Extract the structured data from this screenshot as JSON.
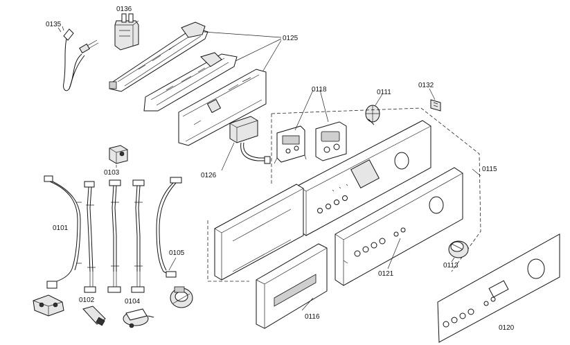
{
  "labels": {
    "p0135": "0135",
    "p0136": "0136",
    "p0125": "0125",
    "p0118": "0118",
    "p0111": "0111",
    "p0132": "0132",
    "p0115": "0115",
    "p0126": "0126",
    "p0103": "0103",
    "p0101": "0101",
    "p0102": "0102",
    "p0104": "0104",
    "p0105": "0105",
    "p0121": "0121",
    "p0113": "0113",
    "p0116": "0116",
    "p0120": "0120"
  }
}
